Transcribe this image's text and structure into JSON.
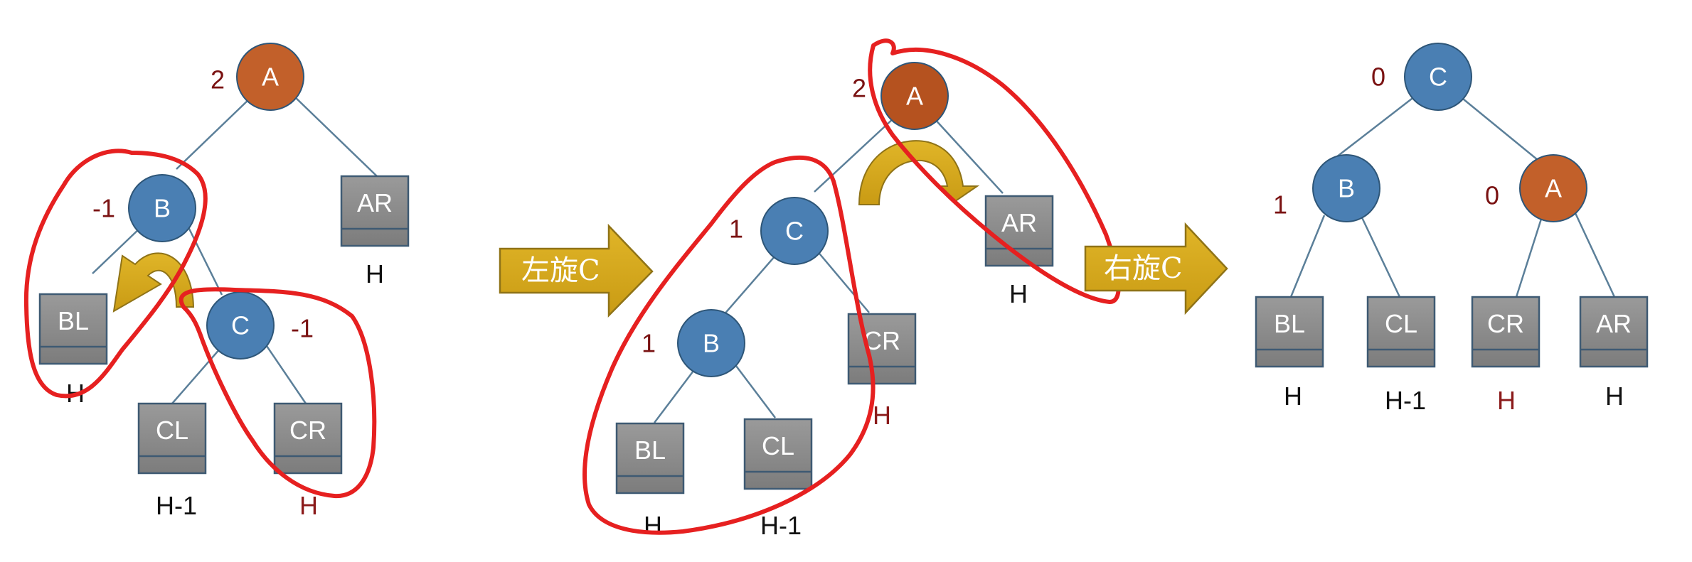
{
  "colors": {
    "node_blue": "#4a7fb3",
    "node_orange": "#c2602a",
    "node_orange_dark": "#b5521f",
    "node_stroke": "#2e5678",
    "box_fill": "#8c8c8c",
    "box_stroke": "#3e5a73",
    "edge": "#5b7f99",
    "balance_text": "#7a1212",
    "h_text": "#111111",
    "h_text_red": "#8b1a1a",
    "arrow_fill": "#d8a91c",
    "arrow_stroke": "#8f7317",
    "annotation_red": "#e62020"
  },
  "panels": [
    {
      "id": "before",
      "nodes": {
        "A": {
          "label": "A",
          "balance": "2",
          "color": "orange"
        },
        "B": {
          "label": "B",
          "balance": "-1",
          "color": "blue"
        },
        "C": {
          "label": "C",
          "balance": "-1",
          "color": "blue"
        }
      },
      "subtrees": [
        {
          "id": "AR",
          "label": "AR",
          "height": "H"
        },
        {
          "id": "BL",
          "label": "BL",
          "height": "H"
        },
        {
          "id": "CL",
          "label": "CL",
          "height": "H-1"
        },
        {
          "id": "CR",
          "label": "CR",
          "height": "H",
          "height_red": true
        }
      ]
    },
    {
      "id": "after-left-rotation",
      "nodes": {
        "A": {
          "label": "A",
          "balance": "2",
          "color": "orange-dark"
        },
        "C": {
          "label": "C",
          "balance": "1",
          "color": "blue"
        },
        "B": {
          "label": "B",
          "balance": "1",
          "color": "blue"
        }
      },
      "subtrees": [
        {
          "id": "AR",
          "label": "AR",
          "height": "H"
        },
        {
          "id": "CR",
          "label": "CR",
          "height": "H",
          "height_red": true
        },
        {
          "id": "BL",
          "label": "BL",
          "height": "H"
        },
        {
          "id": "CL",
          "label": "CL",
          "height": "H-1"
        }
      ]
    },
    {
      "id": "after-right-rotation",
      "nodes": {
        "C": {
          "label": "C",
          "balance": "0",
          "color": "blue"
        },
        "B": {
          "label": "B",
          "balance": "1",
          "color": "blue"
        },
        "A": {
          "label": "A",
          "balance": "0",
          "color": "orange"
        }
      },
      "subtrees": [
        {
          "id": "BL",
          "label": "BL",
          "height": "H"
        },
        {
          "id": "CL",
          "label": "CL",
          "height": "H-1"
        },
        {
          "id": "CR",
          "label": "CR",
          "height": "H",
          "height_red": true
        },
        {
          "id": "AR",
          "label": "AR",
          "height": "H"
        }
      ]
    }
  ],
  "arrows": [
    {
      "id": "left-rotate",
      "label": "左旋C"
    },
    {
      "id": "right-rotate",
      "label": "右旋C"
    }
  ]
}
